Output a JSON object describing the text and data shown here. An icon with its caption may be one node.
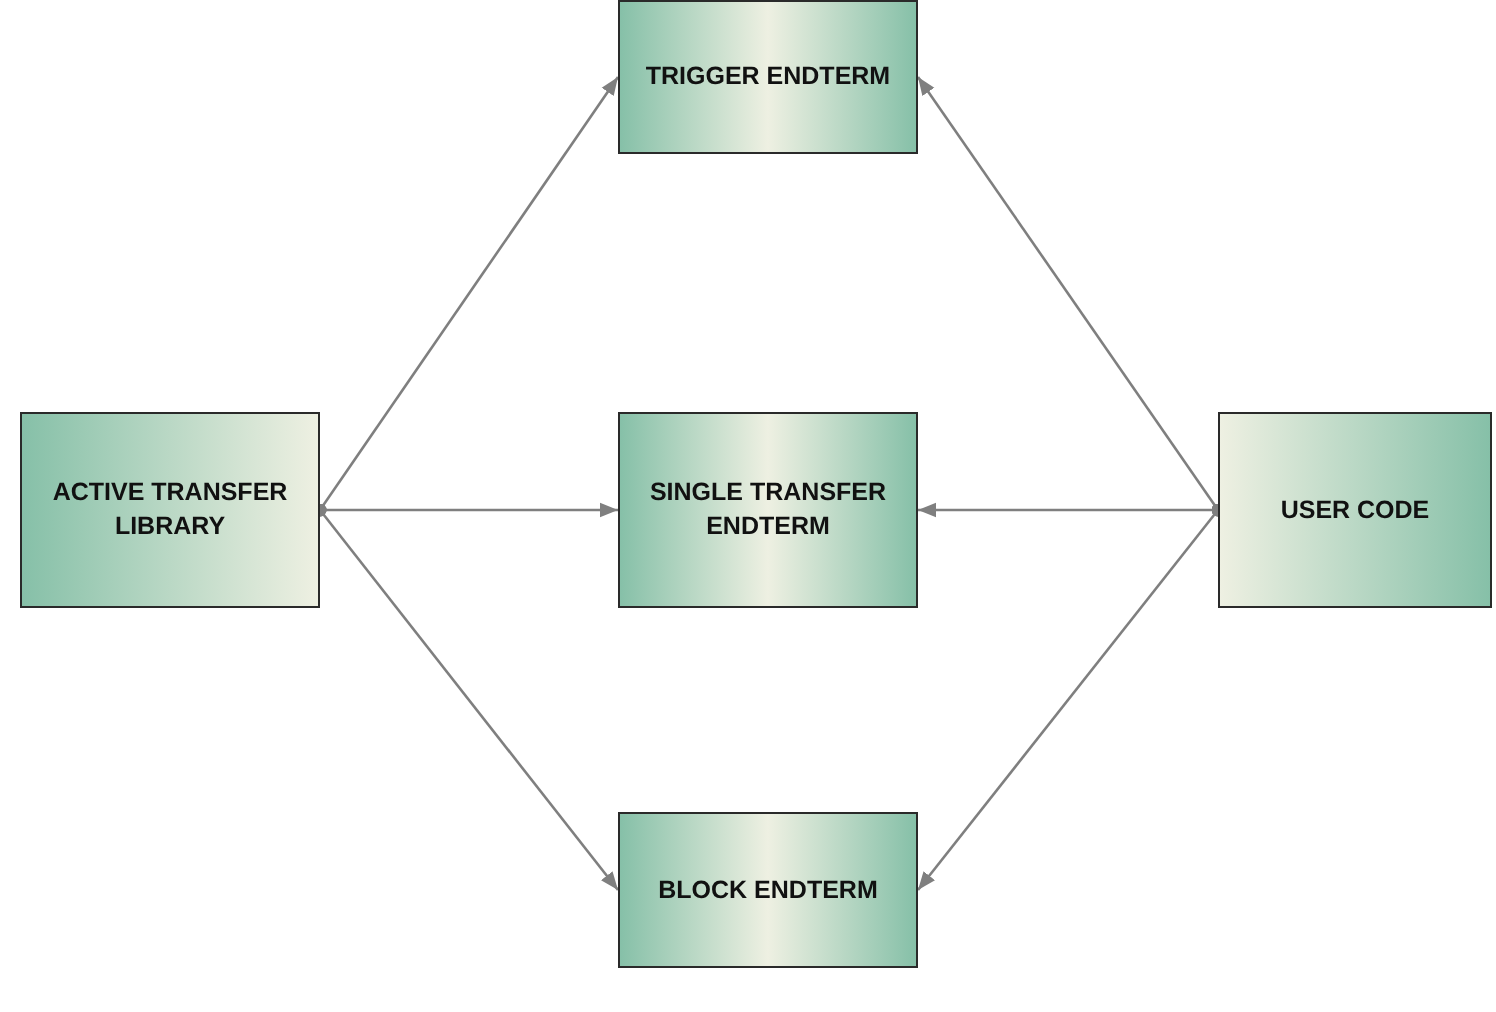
{
  "diagram": {
    "nodes": [
      {
        "text": [
          "TRIGGER ENDTERM"
        ]
      },
      {
        "text": [
          "ACTIVE TRANSFER LIBRARY"
        ]
      },
      {
        "text": [
          "SINGLE TRANSFER ENDTERM"
        ]
      },
      {
        "text": [
          "USER CODE"
        ]
      },
      {
        "text": [
          "BLOCK ENDTERM"
        ]
      }
    ],
    "edges": [
      {
        "from": 1,
        "to": 0,
        "arrow": "to"
      },
      {
        "from": 1,
        "to": 2,
        "arrow": "to"
      },
      {
        "from": 1,
        "to": 4,
        "arrow": "to"
      },
      {
        "from": 3,
        "to": 0,
        "arrow": "to"
      },
      {
        "from": 3,
        "to": 2,
        "arrow": "to"
      },
      {
        "from": 3,
        "to": 4,
        "arrow": "to"
      }
    ]
  }
}
